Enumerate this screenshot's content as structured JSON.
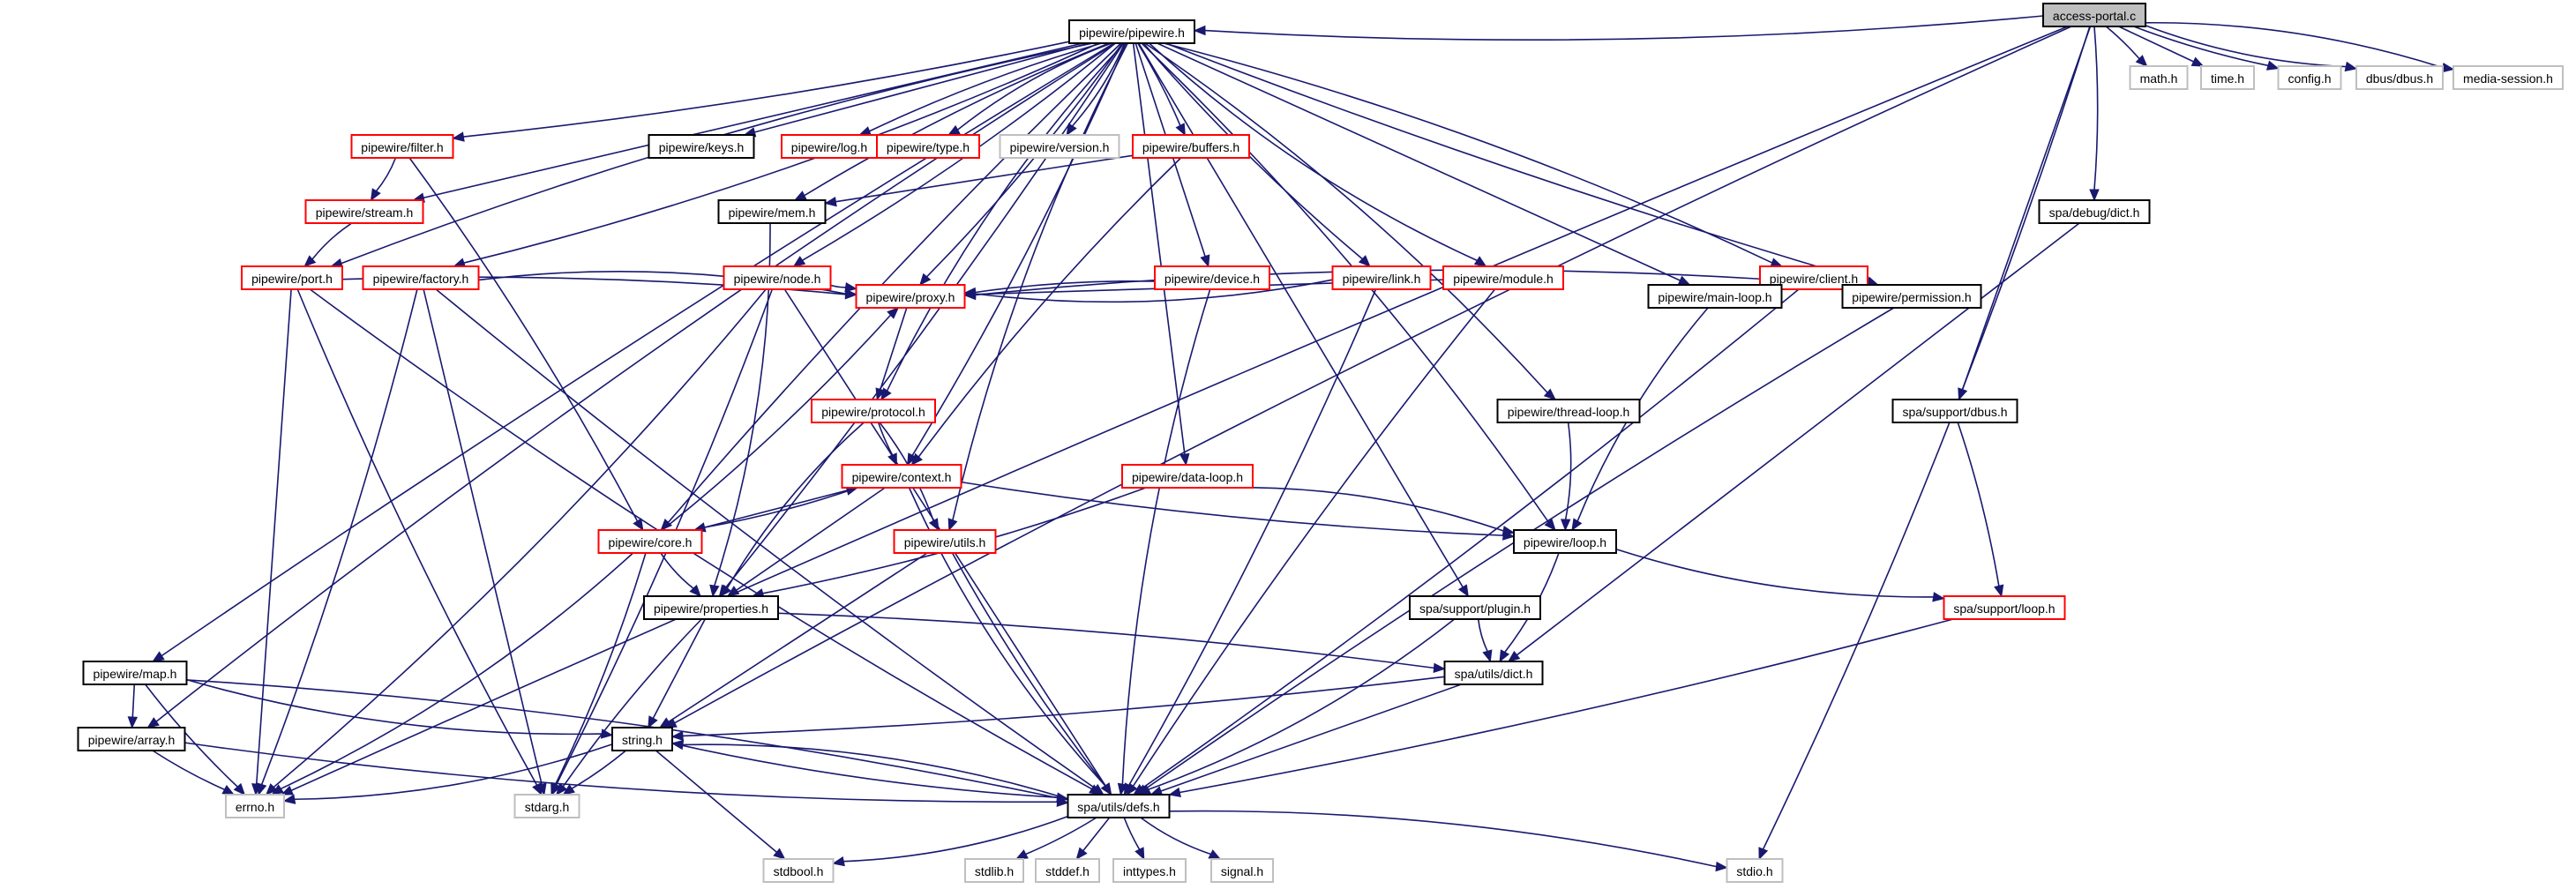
{
  "title": "access-portal.c include dependency graph",
  "colors": {
    "edge": "#191970",
    "root_fill": "#bfbfbf",
    "documented_border": "#000000",
    "truncated_border": "#ff0000",
    "external_border": "#bfbfbf"
  },
  "nodes": [
    {
      "id": "access-portal.c",
      "label": "access-portal.c",
      "kind": "root"
    },
    {
      "id": "pipewire.h",
      "label": "pipewire/pipewire.h",
      "kind": "documented"
    },
    {
      "id": "math.h",
      "label": "math.h",
      "kind": "external"
    },
    {
      "id": "time.h",
      "label": "time.h",
      "kind": "external"
    },
    {
      "id": "config.h",
      "label": "config.h",
      "kind": "external"
    },
    {
      "id": "dbus.h",
      "label": "dbus/dbus.h",
      "kind": "external"
    },
    {
      "id": "media-session.h",
      "label": "media-session.h",
      "kind": "external"
    },
    {
      "id": "filter.h",
      "label": "pipewire/filter.h",
      "kind": "truncated"
    },
    {
      "id": "keys.h",
      "label": "pipewire/keys.h",
      "kind": "documented"
    },
    {
      "id": "log.h",
      "label": "pipewire/log.h",
      "kind": "truncated"
    },
    {
      "id": "type.h",
      "label": "pipewire/type.h",
      "kind": "truncated"
    },
    {
      "id": "version.h",
      "label": "pipewire/version.h",
      "kind": "external"
    },
    {
      "id": "buffers.h",
      "label": "pipewire/buffers.h",
      "kind": "truncated"
    },
    {
      "id": "stream.h",
      "label": "pipewire/stream.h",
      "kind": "truncated"
    },
    {
      "id": "mem.h",
      "label": "pipewire/mem.h",
      "kind": "documented"
    },
    {
      "id": "debug-dict.h",
      "label": "spa/debug/dict.h",
      "kind": "documented"
    },
    {
      "id": "port.h",
      "label": "pipewire/port.h",
      "kind": "truncated"
    },
    {
      "id": "factory.h",
      "label": "pipewire/factory.h",
      "kind": "truncated"
    },
    {
      "id": "node.h",
      "label": "pipewire/node.h",
      "kind": "truncated"
    },
    {
      "id": "device.h",
      "label": "pipewire/device.h",
      "kind": "truncated"
    },
    {
      "id": "link.h",
      "label": "pipewire/link.h",
      "kind": "truncated"
    },
    {
      "id": "module.h",
      "label": "pipewire/module.h",
      "kind": "truncated"
    },
    {
      "id": "client.h",
      "label": "pipewire/client.h",
      "kind": "truncated"
    },
    {
      "id": "proxy.h",
      "label": "pipewire/proxy.h",
      "kind": "truncated"
    },
    {
      "id": "main-loop.h",
      "label": "pipewire/main-loop.h",
      "kind": "documented"
    },
    {
      "id": "permission.h",
      "label": "pipewire/permission.h",
      "kind": "documented"
    },
    {
      "id": "protocol.h",
      "label": "pipewire/protocol.h",
      "kind": "truncated"
    },
    {
      "id": "thread-loop.h",
      "label": "pipewire/thread-loop.h",
      "kind": "documented"
    },
    {
      "id": "support-dbus.h",
      "label": "spa/support/dbus.h",
      "kind": "documented"
    },
    {
      "id": "context.h",
      "label": "pipewire/context.h",
      "kind": "truncated"
    },
    {
      "id": "data-loop.h",
      "label": "pipewire/data-loop.h",
      "kind": "truncated"
    },
    {
      "id": "core.h",
      "label": "pipewire/core.h",
      "kind": "truncated"
    },
    {
      "id": "utils.h",
      "label": "pipewire/utils.h",
      "kind": "truncated"
    },
    {
      "id": "loop.h",
      "label": "pipewire/loop.h",
      "kind": "documented"
    },
    {
      "id": "properties.h",
      "label": "pipewire/properties.h",
      "kind": "documented"
    },
    {
      "id": "plugin.h",
      "label": "spa/support/plugin.h",
      "kind": "documented"
    },
    {
      "id": "support-loop.h",
      "label": "spa/support/loop.h",
      "kind": "truncated"
    },
    {
      "id": "map.h",
      "label": "pipewire/map.h",
      "kind": "documented"
    },
    {
      "id": "utils-dict.h",
      "label": "spa/utils/dict.h",
      "kind": "documented"
    },
    {
      "id": "array.h",
      "label": "pipewire/array.h",
      "kind": "documented"
    },
    {
      "id": "string.h",
      "label": "string.h",
      "kind": "documented"
    },
    {
      "id": "errno.h",
      "label": "errno.h",
      "kind": "external"
    },
    {
      "id": "stdarg.h",
      "label": "stdarg.h",
      "kind": "external"
    },
    {
      "id": "defs.h",
      "label": "spa/utils/defs.h",
      "kind": "documented"
    },
    {
      "id": "stdbool.h",
      "label": "stdbool.h",
      "kind": "external"
    },
    {
      "id": "stdlib.h",
      "label": "stdlib.h",
      "kind": "external"
    },
    {
      "id": "stddef.h",
      "label": "stddef.h",
      "kind": "external"
    },
    {
      "id": "inttypes.h",
      "label": "inttypes.h",
      "kind": "external"
    },
    {
      "id": "signal.h",
      "label": "signal.h",
      "kind": "external"
    },
    {
      "id": "stdio.h",
      "label": "stdio.h",
      "kind": "external"
    }
  ],
  "edges": [
    [
      "access-portal.c",
      "pipewire.h"
    ],
    [
      "access-portal.c",
      "math.h"
    ],
    [
      "access-portal.c",
      "time.h"
    ],
    [
      "access-portal.c",
      "config.h"
    ],
    [
      "access-portal.c",
      "dbus.h"
    ],
    [
      "access-portal.c",
      "media-session.h"
    ],
    [
      "access-portal.c",
      "debug-dict.h"
    ],
    [
      "access-portal.c",
      "support-dbus.h"
    ],
    [
      "access-portal.c",
      "errno.h"
    ],
    [
      "access-portal.c",
      "string.h"
    ],
    [
      "access-portal.c",
      "stdio.h"
    ],
    [
      "pipewire.h",
      "filter.h"
    ],
    [
      "pipewire.h",
      "keys.h"
    ],
    [
      "pipewire.h",
      "log.h"
    ],
    [
      "pipewire.h",
      "type.h"
    ],
    [
      "pipewire.h",
      "version.h"
    ],
    [
      "pipewire.h",
      "buffers.h"
    ],
    [
      "pipewire.h",
      "stream.h"
    ],
    [
      "pipewire.h",
      "mem.h"
    ],
    [
      "pipewire.h",
      "port.h"
    ],
    [
      "pipewire.h",
      "factory.h"
    ],
    [
      "pipewire.h",
      "node.h"
    ],
    [
      "pipewire.h",
      "device.h"
    ],
    [
      "pipewire.h",
      "link.h"
    ],
    [
      "pipewire.h",
      "module.h"
    ],
    [
      "pipewire.h",
      "client.h"
    ],
    [
      "pipewire.h",
      "proxy.h"
    ],
    [
      "pipewire.h",
      "main-loop.h"
    ],
    [
      "pipewire.h",
      "permission.h"
    ],
    [
      "pipewire.h",
      "protocol.h"
    ],
    [
      "pipewire.h",
      "thread-loop.h"
    ],
    [
      "pipewire.h",
      "context.h"
    ],
    [
      "pipewire.h",
      "data-loop.h"
    ],
    [
      "pipewire.h",
      "core.h"
    ],
    [
      "pipewire.h",
      "utils.h"
    ],
    [
      "pipewire.h",
      "loop.h"
    ],
    [
      "pipewire.h",
      "properties.h"
    ],
    [
      "pipewire.h",
      "plugin.h"
    ],
    [
      "pipewire.h",
      "map.h"
    ],
    [
      "pipewire.h",
      "array.h"
    ],
    [
      "filter.h",
      "stream.h"
    ],
    [
      "filter.h",
      "core.h"
    ],
    [
      "buffers.h",
      "mem.h"
    ],
    [
      "buffers.h",
      "context.h"
    ],
    [
      "stream.h",
      "port.h"
    ],
    [
      "mem.h",
      "properties.h"
    ],
    [
      "port.h",
      "proxy.h"
    ],
    [
      "port.h",
      "errno.h"
    ],
    [
      "port.h",
      "stdarg.h"
    ],
    [
      "port.h",
      "defs.h"
    ],
    [
      "factory.h",
      "proxy.h"
    ],
    [
      "factory.h",
      "errno.h"
    ],
    [
      "factory.h",
      "stdarg.h"
    ],
    [
      "factory.h",
      "defs.h"
    ],
    [
      "node.h",
      "proxy.h"
    ],
    [
      "node.h",
      "errno.h"
    ],
    [
      "node.h",
      "stdarg.h"
    ],
    [
      "node.h",
      "defs.h"
    ],
    [
      "device.h",
      "proxy.h"
    ],
    [
      "device.h",
      "defs.h"
    ],
    [
      "link.h",
      "proxy.h"
    ],
    [
      "link.h",
      "defs.h"
    ],
    [
      "module.h",
      "proxy.h"
    ],
    [
      "module.h",
      "defs.h"
    ],
    [
      "client.h",
      "proxy.h"
    ],
    [
      "client.h",
      "permission.h"
    ],
    [
      "client.h",
      "defs.h"
    ],
    [
      "debug-dict.h",
      "utils-dict.h"
    ],
    [
      "permission.h",
      "defs.h"
    ],
    [
      "main-loop.h",
      "loop.h"
    ],
    [
      "thread-loop.h",
      "loop.h"
    ],
    [
      "support-dbus.h",
      "support-loop.h"
    ],
    [
      "proxy.h",
      "protocol.h"
    ],
    [
      "protocol.h",
      "context.h"
    ],
    [
      "protocol.h",
      "properties.h"
    ],
    [
      "protocol.h",
      "utils.h"
    ],
    [
      "context.h",
      "core.h"
    ],
    [
      "context.h",
      "properties.h"
    ],
    [
      "context.h",
      "loop.h"
    ],
    [
      "context.h",
      "defs.h"
    ],
    [
      "data-loop.h",
      "loop.h"
    ],
    [
      "data-loop.h",
      "properties.h"
    ],
    [
      "core.h",
      "context.h"
    ],
    [
      "core.h",
      "proxy.h"
    ],
    [
      "core.h",
      "properties.h"
    ],
    [
      "core.h",
      "errno.h"
    ],
    [
      "core.h",
      "stdarg.h"
    ],
    [
      "utils.h",
      "string.h"
    ],
    [
      "utils.h",
      "defs.h"
    ],
    [
      "loop.h",
      "support-loop.h"
    ],
    [
      "loop.h",
      "utils-dict.h"
    ],
    [
      "properties.h",
      "utils-dict.h"
    ],
    [
      "properties.h",
      "string.h"
    ],
    [
      "properties.h",
      "stdarg.h"
    ],
    [
      "plugin.h",
      "utils-dict.h"
    ],
    [
      "plugin.h",
      "defs.h"
    ],
    [
      "support-loop.h",
      "defs.h"
    ],
    [
      "map.h",
      "array.h"
    ],
    [
      "map.h",
      "errno.h"
    ],
    [
      "map.h",
      "string.h"
    ],
    [
      "map.h",
      "defs.h"
    ],
    [
      "utils-dict.h",
      "string.h"
    ],
    [
      "utils-dict.h",
      "defs.h"
    ],
    [
      "array.h",
      "errno.h"
    ],
    [
      "array.h",
      "defs.h"
    ],
    [
      "string.h",
      "errno.h"
    ],
    [
      "string.h",
      "stdarg.h"
    ],
    [
      "string.h",
      "stdbool.h"
    ],
    [
      "string.h",
      "defs.h"
    ],
    [
      "defs.h",
      "string.h"
    ],
    [
      "defs.h",
      "stdbool.h"
    ],
    [
      "defs.h",
      "stdlib.h"
    ],
    [
      "defs.h",
      "stddef.h"
    ],
    [
      "defs.h",
      "inttypes.h"
    ],
    [
      "defs.h",
      "signal.h"
    ],
    [
      "defs.h",
      "stdio.h"
    ]
  ]
}
